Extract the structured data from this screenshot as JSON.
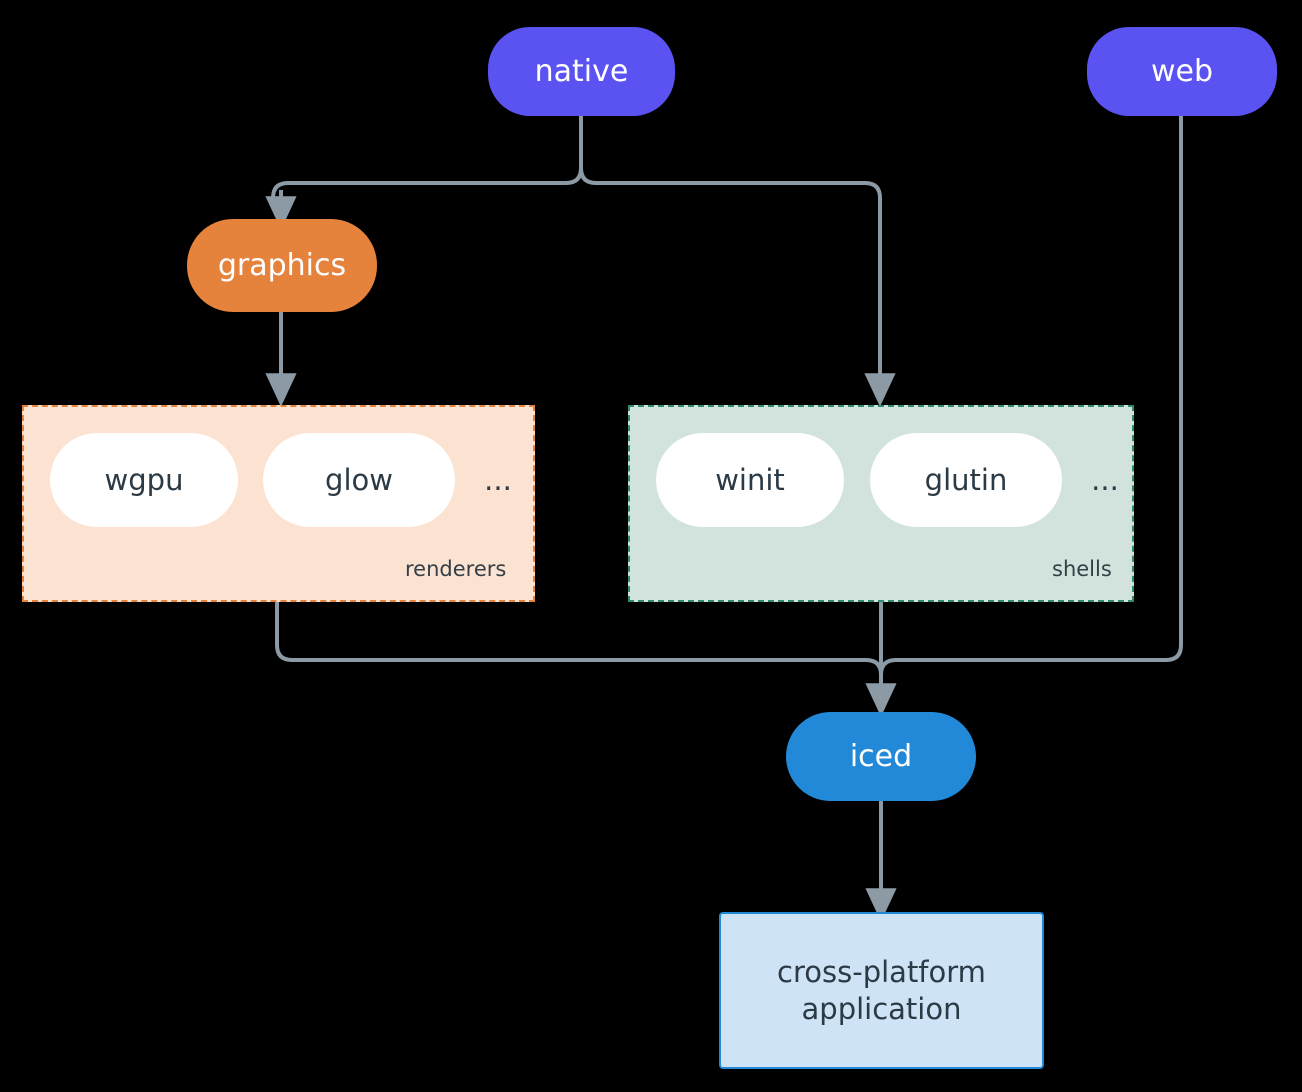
{
  "diagram": {
    "type": "architecture-flow",
    "background_color": "#000000",
    "edge_color": "#8c9aa5",
    "nodes": {
      "native": {
        "label": "native",
        "color": "#5b52f2",
        "text_color": "#ffffff",
        "shape": "rounded-pill"
      },
      "web": {
        "label": "web",
        "color": "#5b52f2",
        "text_color": "#ffffff",
        "shape": "rounded-pill"
      },
      "graphics": {
        "label": "graphics",
        "color": "#e5823c",
        "text_color": "#ffffff",
        "shape": "rounded-pill"
      },
      "iced": {
        "label": "iced",
        "color": "#2289d9",
        "text_color": "#ffffff",
        "shape": "rounded-pill"
      },
      "application": {
        "line1": "cross-platform",
        "line2": "application",
        "color": "#cfe3f7",
        "border_color": "#2289d9",
        "text_color": "#2b3a45",
        "shape": "rectangle"
      }
    },
    "groups": {
      "renderers": {
        "label": "renderers",
        "background_color": "#fbe2d1",
        "border_color": "#e5823c",
        "border_style": "dashed",
        "items": [
          {
            "label": "wgpu"
          },
          {
            "label": "glow"
          }
        ],
        "overflow": "..."
      },
      "shells": {
        "label": "shells",
        "background_color": "#d2e3dd",
        "border_color": "#2f8a71",
        "border_style": "dashed",
        "items": [
          {
            "label": "winit"
          },
          {
            "label": "glutin"
          }
        ],
        "overflow": "..."
      }
    },
    "edges": [
      {
        "from": "native",
        "to": "graphics"
      },
      {
        "from": "native",
        "to": "shells"
      },
      {
        "from": "graphics",
        "to": "renderers"
      },
      {
        "from": "renderers",
        "to": "iced"
      },
      {
        "from": "shells",
        "to": "iced"
      },
      {
        "from": "web",
        "to": "iced"
      },
      {
        "from": "iced",
        "to": "application"
      }
    ]
  }
}
